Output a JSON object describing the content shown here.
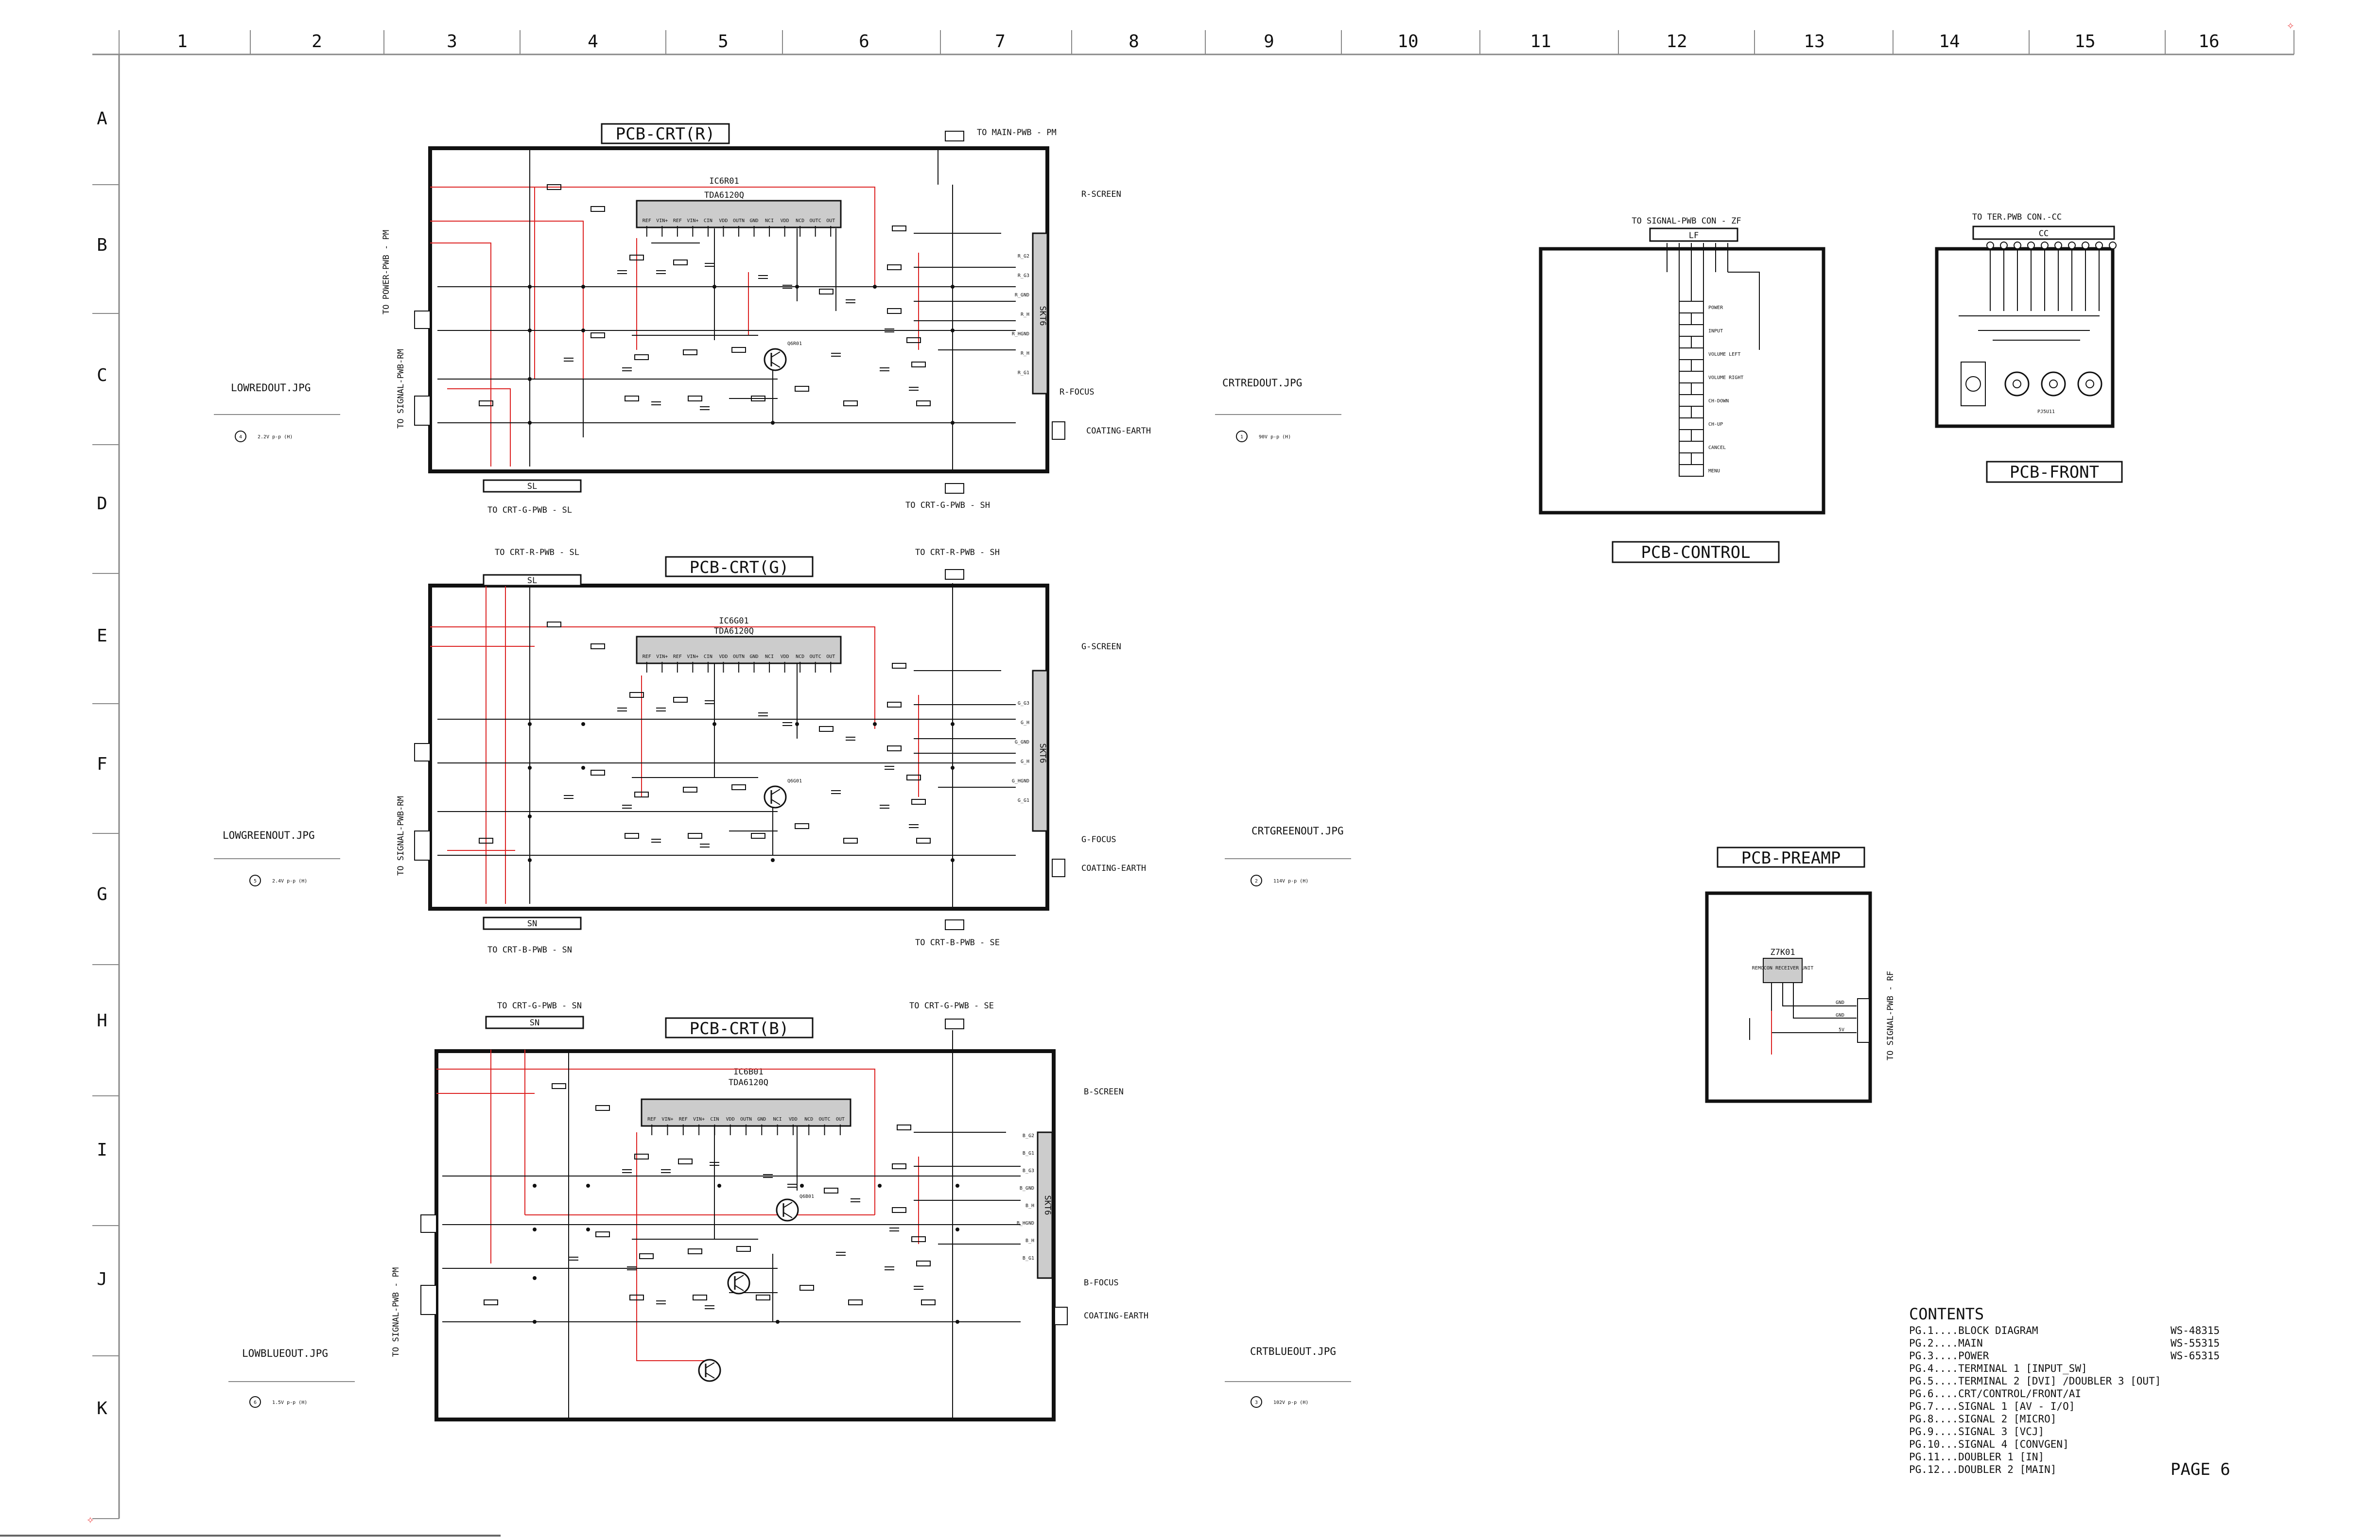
{
  "grid": {
    "cols": [
      "1",
      "2",
      "3",
      "4",
      "5",
      "6",
      "7",
      "8",
      "9",
      "10",
      "11",
      "12",
      "13",
      "14",
      "15",
      "16"
    ],
    "rows": [
      "A",
      "B",
      "C",
      "D",
      "E",
      "F",
      "G",
      "H",
      "I",
      "J",
      "K"
    ]
  },
  "crt_r": {
    "title": "PCB-CRT(R)",
    "ic_ref": "IC6R01",
    "ic_part": "TDA6120Q",
    "ic_pins": [
      "REF",
      "VIN+",
      "REF",
      "VIN+",
      "CIN",
      "VDD",
      "OUTN",
      "GND",
      "NCI",
      "VDD",
      "NCD",
      "OUTC",
      "OUT"
    ],
    "top_conn": "TO MAIN-PWB - PM",
    "left_top_conn": "TO POWER-PWB - PM",
    "left_bottom_conn": "TO SIGNAL-PWB-RM",
    "bottom_conn": "SL",
    "bottom_left_label": "TO CRT-G-PWB - SL",
    "bottom_right_label": "TO CRT-G-PWB - SH",
    "screen": "R-SCREEN",
    "focus": "R-FOCUS",
    "earth": "COATING-EARTH",
    "socket": "SKT6",
    "transistor": "Q6R01",
    "ref_left": "LOWREDOUT.JPG",
    "ref_left_note": "2.2V p-p (H)",
    "ref_left_num": "4",
    "ref_right": "CRTREDOUT.JPG",
    "ref_right_note": "90V p-p (H)",
    "ref_right_num": "1",
    "socket_pins": [
      "R_G2",
      "R_G3",
      "R_GND",
      "R_H",
      "R_HGND",
      "R_H",
      "R_G1"
    ]
  },
  "crt_g": {
    "title": "PCB-CRT(G)",
    "ic_ref": "IC6G01",
    "ic_part": "TDA6120Q",
    "top_left_label": "TO CRT-R-PWB - SL",
    "top_right_label": "TO CRT-R-PWB - SH",
    "left_conn": "TO SIGNAL-PWB-RM",
    "top_conn": "SL",
    "bottom_conn": "SN",
    "bottom_left_label": "TO CRT-B-PWB - SN",
    "bottom_right_label": "TO CRT-B-PWB - SE",
    "screen": "G-SCREEN",
    "focus": "G-FOCUS",
    "earth": "COATING-EARTH",
    "socket": "SKT6",
    "transistor": "Q6G01",
    "ref_left": "LOWGREENOUT.JPG",
    "ref_left_note": "2.4V p-p (H)",
    "ref_left_num": "5",
    "ref_right": "CRTGREENOUT.JPG",
    "ref_right_note": "114V p-p (H)",
    "ref_right_num": "2",
    "socket_pins": [
      "G_G3",
      "G_H",
      "G_GND",
      "G_H",
      "G_HGND",
      "G_G1"
    ]
  },
  "crt_b": {
    "title": "PCB-CRT(B)",
    "ic_ref": "IC6B01",
    "ic_part": "TDA6120Q",
    "top_left_label": "TO CRT-G-PWB - SN",
    "top_right_label": "TO CRT-G-PWB - SE",
    "left_conn": "TO SIGNAL-PWB - PM",
    "top_conn": "SN",
    "screen": "B-SCREEN",
    "focus": "B-FOCUS",
    "earth": "COATING-EARTH",
    "socket": "SKT6",
    "transistor": "Q6B01",
    "ref_left": "LOWBLUEOUT.JPG",
    "ref_left_note": "1.5V p-p (H)",
    "ref_left_num": "6",
    "ref_right": "CRTBLUEOUT.JPG",
    "ref_right_note": "102V p-p (H)",
    "ref_right_num": "3",
    "socket_pins": [
      "B_G2",
      "B_G1",
      "B_G3",
      "B_GND",
      "B_H",
      "B_HGND",
      "B_H",
      "B_G1"
    ]
  },
  "control": {
    "title": "PCB-CONTROL",
    "conn_label": "TO SIGNAL-PWB CON - ZF",
    "conn": "LF",
    "switches": [
      "POWER",
      "INPUT",
      "VOLUME LEFT",
      "VOLUME RIGHT",
      "CH-DOWN",
      "CH-UP",
      "CANCEL",
      "MENU"
    ]
  },
  "front": {
    "title": "PCB-FRONT",
    "conn_label": "TO TER.PWB CON.-CC",
    "conn": "CC",
    "jack_label": "PJ5U11"
  },
  "preamp": {
    "title": "PCB-PREAMP",
    "part": "Z7K01",
    "part_desc": "REMOCON RECEIVER UNIT",
    "conn_label": "TO SIGNAL-PWB - RF",
    "pins": [
      "GND",
      "GND",
      "5V"
    ]
  },
  "contents": {
    "heading": "CONTENTS",
    "items": [
      "PG.1....BLOCK DIAGRAM",
      "PG.2....MAIN",
      "PG.3....POWER",
      "PG.4....TERMINAL 1 [INPUT_SW]",
      "PG.5....TERMINAL 2 [DVI] /DOUBLER 3 [OUT]",
      "PG.6....CRT/CONTROL/FRONT/AI",
      "PG.7....SIGNAL 1 [AV - I/O]",
      "PG.8....SIGNAL 2 [MICRO]",
      "PG.9....SIGNAL 3 [VCJ]",
      "PG.10...SIGNAL 4 [CONVGEN]",
      "PG.11...DOUBLER 1 [IN]",
      "PG.12...DOUBLER 2 [MAIN]"
    ],
    "models": [
      "WS-48315",
      "WS-55315",
      "WS-65315"
    ],
    "page": "PAGE 6"
  }
}
